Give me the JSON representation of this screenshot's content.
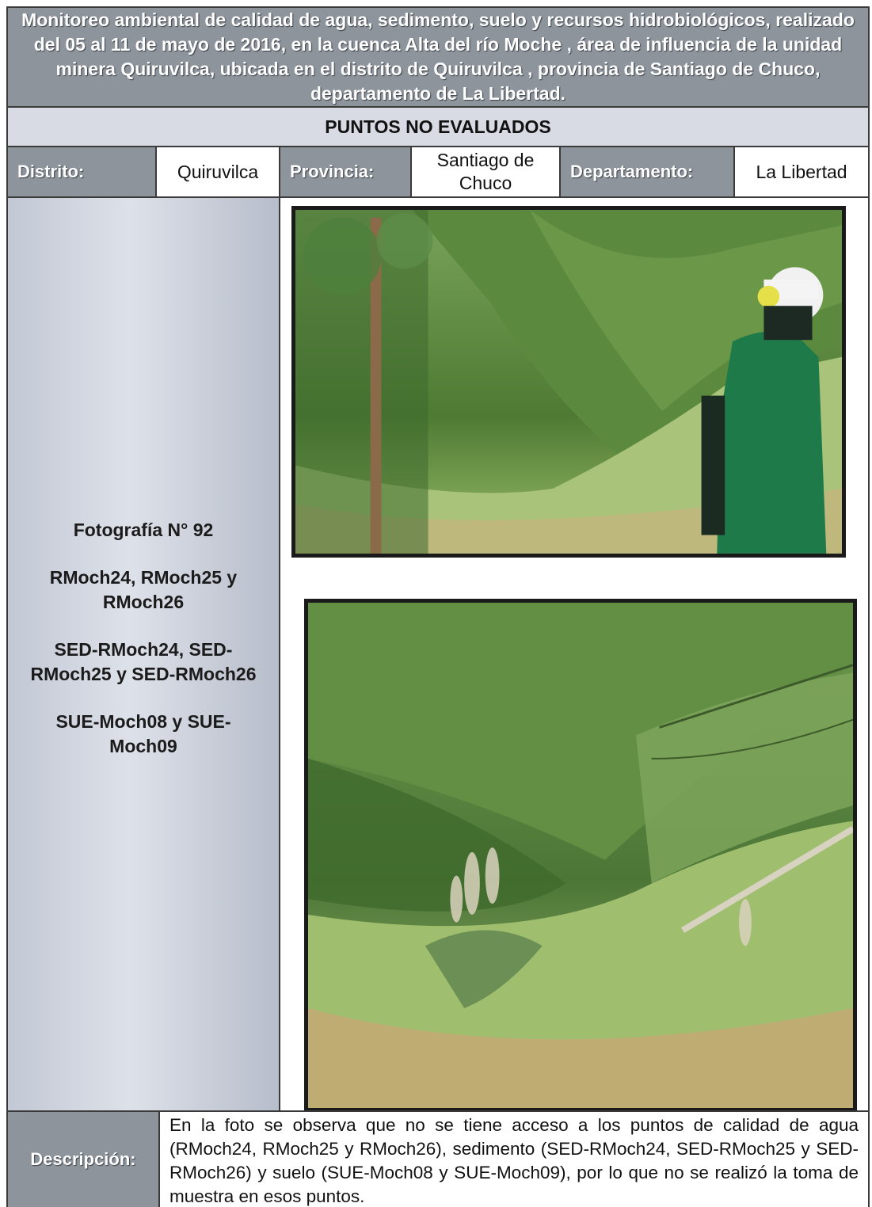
{
  "header": {
    "title": "Monitoreo ambiental de calidad de agua, sedimento, suelo y recursos hidrobiológicos, realizado del 05 al 11 de mayo de 2016, en la cuenca Alta del río Moche , área de influencia de la unidad minera Quiruvilca, ubicada en el distrito de Quiruvilca , provincia de Santiago de Chuco, departamento de La Libertad.",
    "subtitle": "PUNTOS NO EVALUADOS"
  },
  "location": {
    "district_label": "Distrito:",
    "district_value": "Quiruvilca",
    "province_label": "Provincia:",
    "province_value": "Santiago de Chuco",
    "department_label": "Departamento:",
    "department_value": "La Libertad"
  },
  "photo_info": {
    "number": "Fotografía N° 92",
    "water_points": "RMoch24, RMoch25 y RMoch26",
    "sediment_points": "SED-RMoch24, SED-RMoch25 y SED-RMoch26",
    "soil_points": "SUE-Moch08 y SUE-Moch09"
  },
  "description": {
    "label": "Descripción:",
    "text": "En la foto se observa que no se tiene acceso a los puntos de calidad de agua (RMoch24, RMoch25 y RMoch26), sedimento (SED-RMoch24, SED-RMoch25 y SED-RMoch26) y suelo (SUE-Moch08 y SUE-Moch09), por lo que no se realizó la toma de muestra en esos puntos."
  },
  "colors": {
    "header_bg": "#8d949c",
    "subtitle_bg": "#d8dbe3",
    "vegetation": "#5f8a3c",
    "vest": "#1f7a4a"
  }
}
